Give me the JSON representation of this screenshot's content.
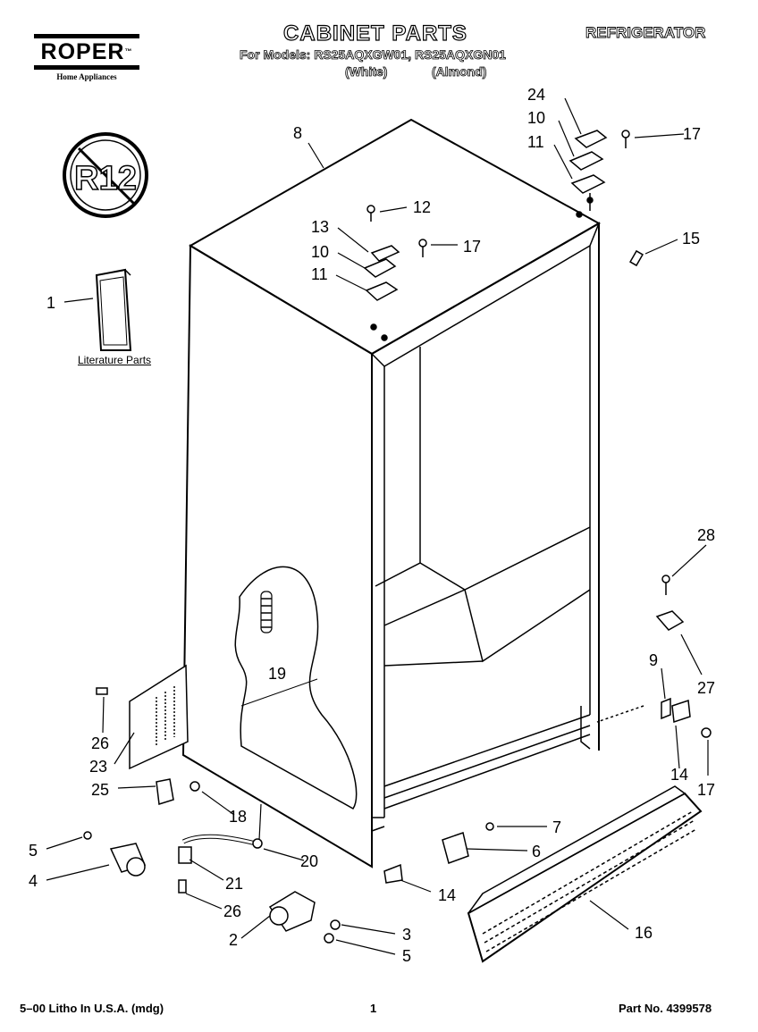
{
  "header": {
    "brand": "ROPER",
    "brand_tm": "™",
    "brand_sub": "Home Appliances",
    "title": "CABINET PARTS",
    "product": "REFRIGERATOR",
    "models": "For Models: RS25AQXGW01, RS25AQXGN01",
    "color_white": "(White)",
    "color_almond": "(Almond)"
  },
  "badge": {
    "text": "R12",
    "icon": "no-r12-refrigerant-icon"
  },
  "literature_label": "Literature Parts",
  "callouts": {
    "c1": "1",
    "c2": "2",
    "c3": "3",
    "c4": "4",
    "c5a": "5",
    "c5b": "5",
    "c6": "6",
    "c7": "7",
    "c8": "8",
    "c9": "9",
    "c10a": "10",
    "c10b": "10",
    "c11a": "11",
    "c11b": "11",
    "c12": "12",
    "c13": "13",
    "c14a": "14",
    "c14b": "14",
    "c15": "15",
    "c16": "16",
    "c17a": "17",
    "c17b": "17",
    "c17c": "17",
    "c18": "18",
    "c19": "19",
    "c20": "20",
    "c21": "21",
    "c23": "23",
    "c24": "24",
    "c25": "25",
    "c26a": "26",
    "c26b": "26",
    "c27": "27",
    "c28": "28"
  },
  "footer": {
    "left": "5–00 Litho In U.S.A. (mdg)",
    "page": "1",
    "part": "Part No. 4399578"
  }
}
